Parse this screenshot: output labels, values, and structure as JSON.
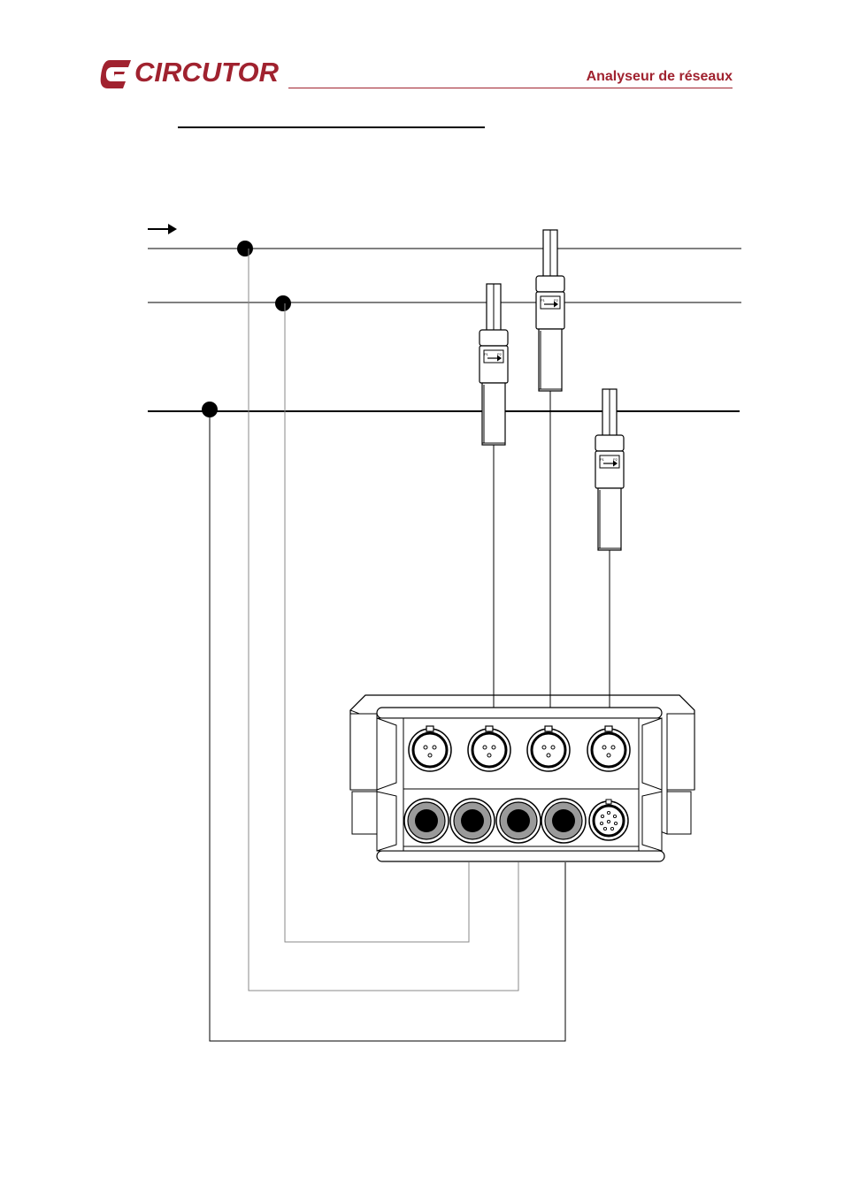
{
  "header": {
    "brand": "CIRCUTOR",
    "title": "Analyseur de réseaux"
  },
  "colors": {
    "brand": "#a0222f",
    "line": "#000000",
    "wire": "#8a8a8a"
  },
  "clamp_label": {
    "p1": "P1",
    "p2": "P2"
  }
}
